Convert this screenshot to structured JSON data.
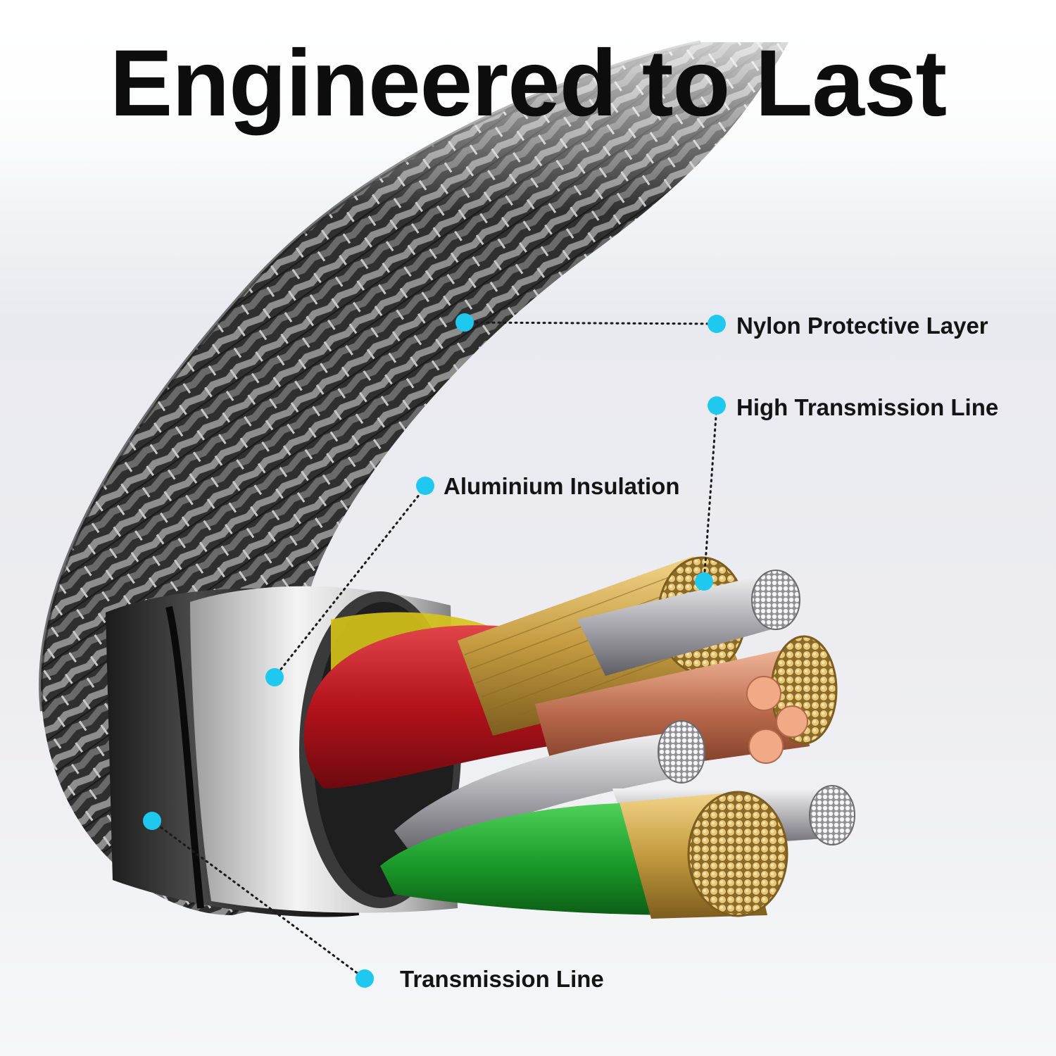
{
  "headline": "Engineered to Last",
  "callouts": {
    "nylon": "Nylon Protective Layer",
    "high_transmission": "High Transmission Line",
    "aluminium": "Aluminium Insulation",
    "transmission": "Transmission Line"
  },
  "colors": {
    "marker": "#1fc8ef",
    "text": "#141414",
    "braid": "#3a3a3a",
    "red_wire": "#c8141a",
    "green_wire": "#1e9e2b",
    "yellow_wire": "#e8d21a",
    "gold_strands": "#d2a84a",
    "copper_strands": "#e6a07c",
    "silver_strands": "#d9d9dc"
  }
}
